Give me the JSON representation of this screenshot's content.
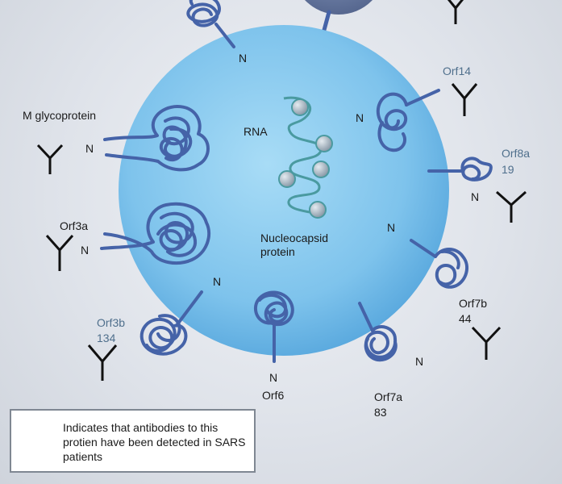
{
  "colors": {
    "membrane": "#7ec3ec",
    "protein": "#4563a8",
    "rna": "#4a9aa0",
    "nucleocapsid": "#a9b8c4",
    "antibody": "#111111",
    "blue_label": "#4f6f8c"
  },
  "labels": {
    "m_glycoprotein": "M glycoprotein",
    "rna": "RNA",
    "nucleocapsid": "Nucleocapsid protein",
    "orf3a": "Orf3a",
    "orf3b": "Orf3b",
    "orf3b_num": "134",
    "orf6": "Orf6",
    "orf7a": "Orf7a",
    "orf7a_num": "83",
    "orf7b": "Orf7b",
    "orf7b_num": "44",
    "orf8a": "Orf8a",
    "orf8a_num": "19",
    "orf14": "Orf14",
    "n": "N"
  },
  "legend": {
    "text": "Indicates that antibodies to this protien have been detected in SARS patients",
    "icon": "antibody-y-icon"
  }
}
